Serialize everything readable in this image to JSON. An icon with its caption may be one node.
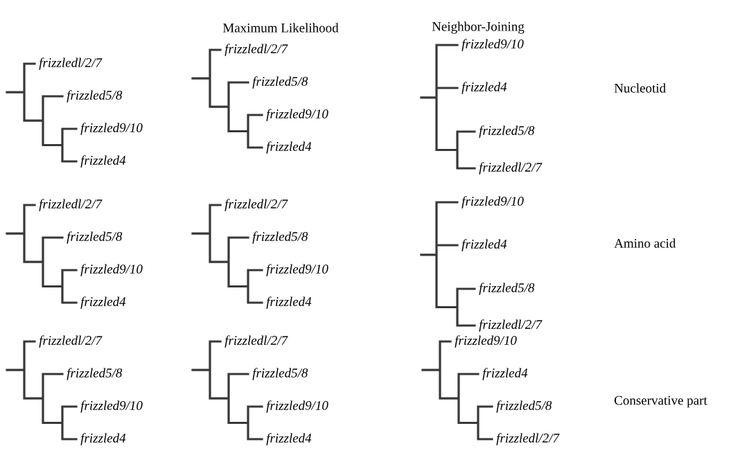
{
  "diagram": {
    "labels": [
      "Maximum Likelihood",
      "Neighbor-Joining",
      "frizzledl/2/7",
      "frizzled5/8",
      "frizzled9/10",
      "frizzled4",
      "frizzledl/2/7",
      "frizzled5/8",
      "frizzled9/10",
      "frizzled4",
      "frizzled9/10",
      "frizzled4",
      "frizzled5/8",
      "frizzledl/2/7",
      "Nucleotid",
      "frizzledl/2/7",
      "frizzled5/8",
      "frizzled9/10",
      "frizzled4",
      "frizzledl/2/7",
      "frizzled5/8",
      "frizzled9/10",
      "frizzled4",
      "frizzled9/10",
      "frizzled4",
      "frizzled5/8",
      "frizzledl/2/7",
      "Amino acid",
      "frizzledl/2/7",
      "frizzled5/8",
      "frizzled9/10",
      "frizzled4",
      "frizzledl/2/7",
      "frizzled5/8",
      "frizzled9/10",
      "frizzled4",
      "frizzled9/10",
      "frizzled4",
      "frizzled5/8",
      "frizzledl/2/7",
      "Conservative part"
    ]
  }
}
